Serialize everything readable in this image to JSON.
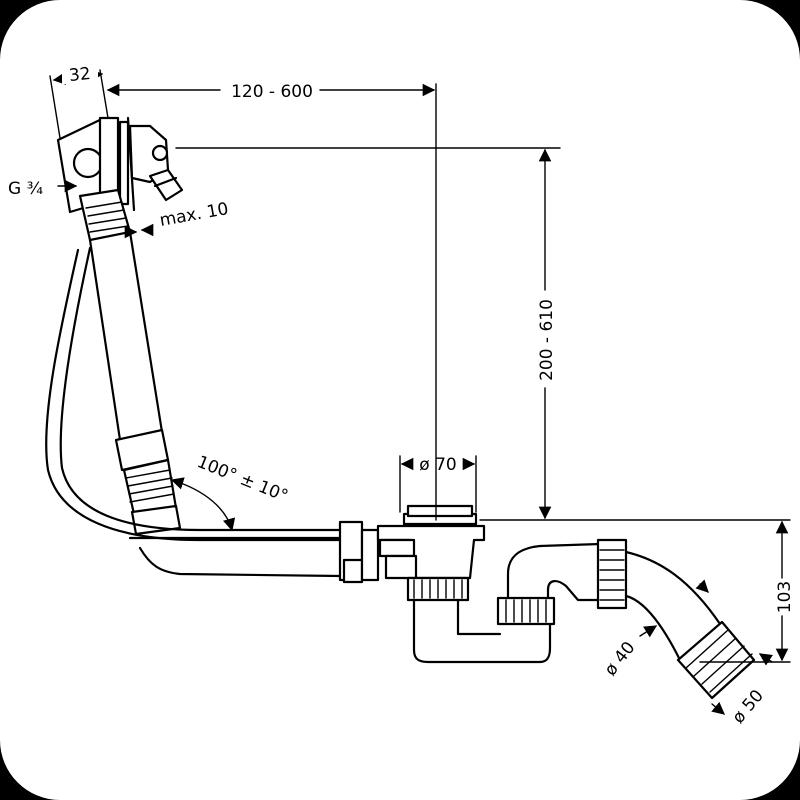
{
  "dimensions": {
    "width_32": "32",
    "range_120_600": "120 - 600",
    "thread_g34": "G ¾",
    "max_10": "max. 10",
    "range_200_610": "200 - 610",
    "dia_70": "ø 70",
    "angle": "100° ± 10°",
    "height_103": "103",
    "dia_40": "ø 40",
    "dia_50": "ø 50"
  },
  "colors": {
    "background": "#000000",
    "paper": "#ffffff",
    "ink": "#000000"
  }
}
